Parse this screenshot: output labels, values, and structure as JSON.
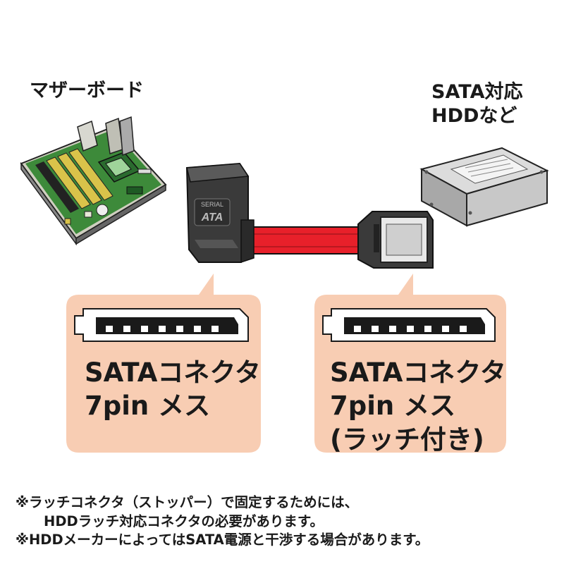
{
  "labels": {
    "motherboard": "マザーボード",
    "hdd_line1": "SATA対応",
    "hdd_line2": "HDDなど"
  },
  "connector_brand": {
    "line1": "SERIAL",
    "line2": "ATA"
  },
  "callouts": {
    "left": {
      "line1": "SATAコネクタ",
      "line2": "7pin メス"
    },
    "right": {
      "line1": "SATAコネクタ",
      "line2": "7pin メス",
      "line3": "(ラッチ付き)"
    }
  },
  "notes": {
    "line1": "※ラッチコネクタ（ストッパー）で固定するためには、",
    "line2": "HDDラッチ対応コネクタの必要があります。",
    "line3": "※HDDメーカーによってはSATA電源と干渉する場合があります。"
  },
  "colors": {
    "callout_bg": "#f8cdb3",
    "cable_red": "#e8202a",
    "connector_dark": "#3a3a3a",
    "pcb_green": "#3d8a3a"
  }
}
